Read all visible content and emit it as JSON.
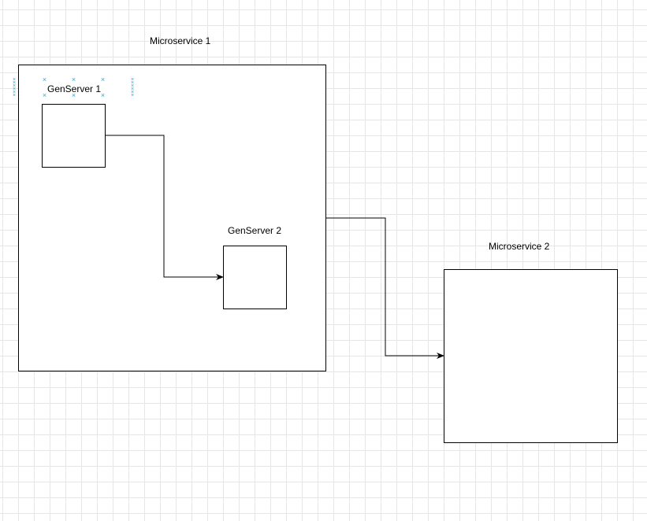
{
  "diagram": {
    "nodes": {
      "microservice_1": {
        "label": "Microservice 1"
      },
      "genserver_1": {
        "label": "GenServer 1"
      },
      "genserver_2": {
        "label": "GenServer 2"
      },
      "microservice_2": {
        "label": "Microservice 2"
      }
    },
    "edges": [
      {
        "from": "genserver_1",
        "to": "genserver_2"
      },
      {
        "from": "microservice_1",
        "to": "microservice_2"
      }
    ]
  },
  "colors": {
    "stroke": "#000000",
    "selection_handle": "#29a9d6",
    "grid": "#e6e6e6"
  },
  "selection": {
    "selected_label": "GenServer 1",
    "handle_icon": "x-handle-icon"
  }
}
